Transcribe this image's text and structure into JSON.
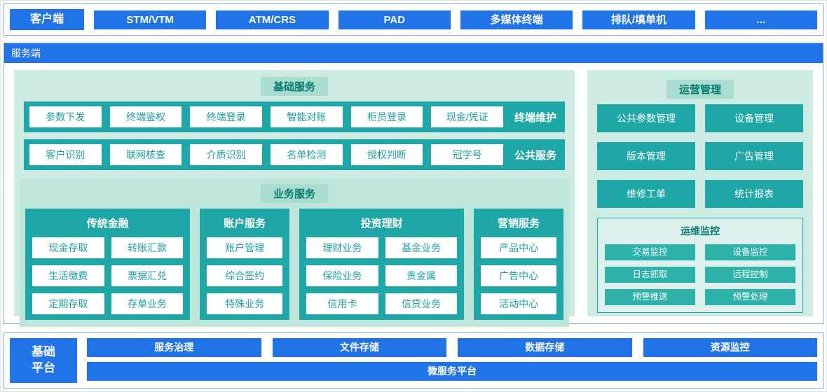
{
  "client": {
    "label": "客户端",
    "items": [
      "STM/VTM",
      "ATM/CRS",
      "PAD",
      "多媒体终端",
      "排队/填单机",
      "..."
    ]
  },
  "server": {
    "label": "服务端",
    "basic_services": {
      "title": "基础服务",
      "rows": [
        {
          "label": "终端维护",
          "items": [
            "参数下发",
            "终端鉴权",
            "终端登录",
            "智能对账",
            "柜员登录",
            "现金/凭证"
          ]
        },
        {
          "label": "公共服务",
          "items": [
            "客户识别",
            "联网核查",
            "介质识别",
            "名单检测",
            "授权判断",
            "冠字号"
          ]
        }
      ]
    },
    "business_services": {
      "title": "业务服务",
      "groups": [
        {
          "title": "传统金融",
          "items": [
            "现金存取",
            "转账汇款",
            "生活缴费",
            "票据汇兑",
            "定期存取",
            "存单业务"
          ]
        },
        {
          "title": "账户服务",
          "items": [
            "账户管理",
            "综合签约",
            "特殊业务"
          ]
        },
        {
          "title": "投资理财",
          "items": [
            "理财业务",
            "基金业务",
            "保险业务",
            "贵金属",
            "信用卡",
            "信贷业务"
          ]
        },
        {
          "title": "营销服务",
          "items": [
            "产品中心",
            "广告中心",
            "活动中心"
          ]
        }
      ]
    },
    "operations": {
      "title": "运营管理",
      "items": [
        "公共参数管理",
        "设备管理",
        "版本管理",
        "广告管理",
        "维修工单",
        "统计报表"
      ],
      "monitoring": {
        "title": "运维监控",
        "items": [
          "交易监控",
          "设备监控",
          "日志抓取",
          "远程控制",
          "预警推送",
          "预警处理"
        ]
      }
    }
  },
  "platform": {
    "label": "基础\n平台",
    "items": [
      "服务治理",
      "文件存储",
      "数据存储",
      "资源监控"
    ],
    "bottom": "微服务平台"
  },
  "colors": {
    "blue": "#2173e8",
    "border_blue": "#7fa9ef",
    "teal": "#1fa7a7",
    "teal_text": "#1f9f9f",
    "mint": "#cdebe3",
    "mint_dark": "#bfe6db",
    "badge_bg": "#a9ddd1",
    "title_teal": "#077a6e",
    "monitor_bg": "#dcf1ec",
    "monitor_btn": "#2db1ab"
  }
}
